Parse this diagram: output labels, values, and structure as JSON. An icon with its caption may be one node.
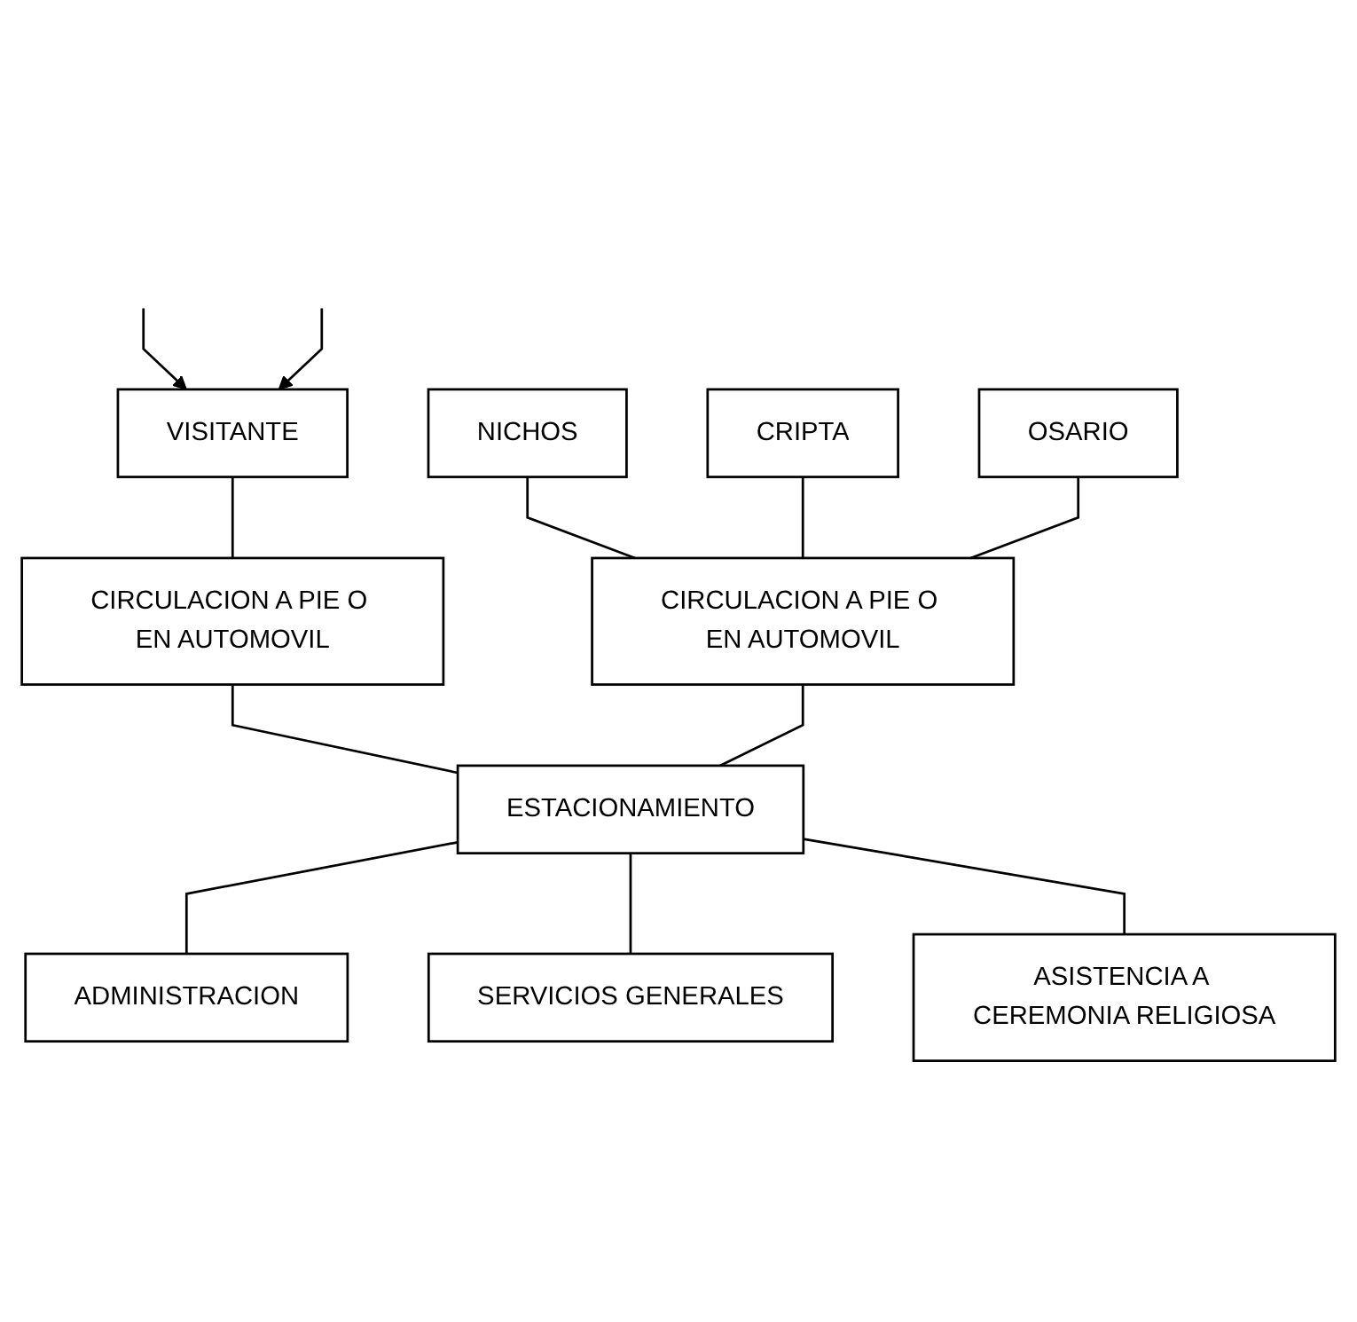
{
  "diagram": {
    "nodes": [
      {
        "text": [
          "VISITANTE"
        ]
      },
      {
        "text": [
          "CIRCULACION A PIE O EN AUTOMOVIL"
        ]
      },
      {
        "text": [
          "NICHOS"
        ]
      },
      {
        "text": [
          "ADMINISTRACION"
        ]
      },
      {
        "text": [
          "CRIPTA"
        ]
      },
      {
        "text": [
          "CIRCULACION A PIE O EN AUTOMOVIL"
        ]
      },
      {
        "text": [
          "ESTACIONAMIENTO"
        ]
      },
      {
        "text": [
          "SERVICIOS GENERALES"
        ]
      },
      {
        "text": [
          "OSARIO"
        ]
      },
      {
        "text": [
          "ASISTENCIA A CEREMONIA RELIGIOSA"
        ]
      }
    ],
    "edges": [
      {
        "from": null,
        "to": 0,
        "arrow": "to"
      },
      {
        "from": null,
        "to": 0,
        "arrow": "to"
      },
      {
        "from": 0,
        "to": 1,
        "arrow": "none"
      },
      {
        "from": 1,
        "to": 6,
        "arrow": "none"
      },
      {
        "from": 2,
        "to": 5,
        "arrow": "none"
      },
      {
        "from": 4,
        "to": 5,
        "arrow": "none"
      },
      {
        "from": 8,
        "to": 5,
        "arrow": "none"
      },
      {
        "from": 5,
        "to": 6,
        "arrow": "none"
      },
      {
        "from": 6,
        "to": 3,
        "arrow": "none"
      },
      {
        "from": 6,
        "to": 7,
        "arrow": "none"
      },
      {
        "from": 6,
        "to": 9,
        "arrow": "none"
      }
    ]
  }
}
